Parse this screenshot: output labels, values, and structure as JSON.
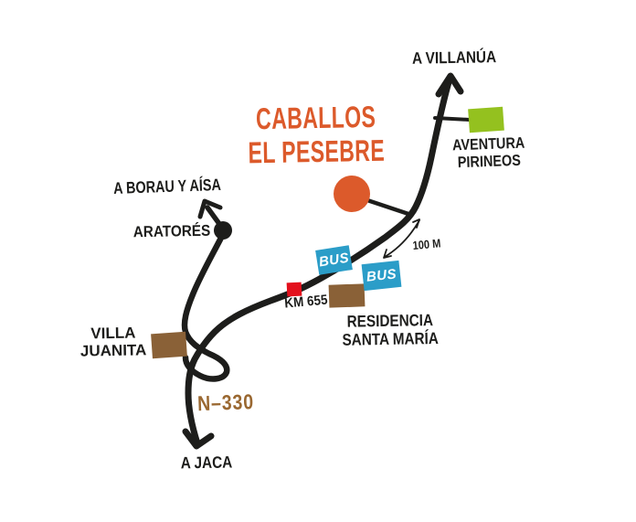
{
  "colors": {
    "road": "#1d1d1b",
    "text": "#1d1d1b",
    "accent_orange": "#dc5a2b",
    "green": "#94c11f",
    "blue": "#2b9dc8",
    "brown": "#8a6137",
    "brown_road_text": "#9a6831",
    "red": "#e3101c"
  },
  "title": {
    "line1": "CABALLOS",
    "line2": "EL PESEBRE"
  },
  "directions": {
    "villanua": "A VILLANÚA",
    "borau": "A BORAU Y AÍSA",
    "jaca": "A JACA"
  },
  "road": {
    "name": "N–330",
    "km_marker": "KM 655"
  },
  "places": {
    "aventura": {
      "line1": "AVENTURA",
      "line2": "PIRINEOS"
    },
    "aratores": "ARATORÉS",
    "residencia": {
      "line1": "RESIDENCIA",
      "line2": "SANTA MARÍA"
    },
    "villa": {
      "line1": "VILLA",
      "line2": "JUANITA"
    }
  },
  "markers": {
    "bus": "BUS",
    "distance": "100 M"
  }
}
